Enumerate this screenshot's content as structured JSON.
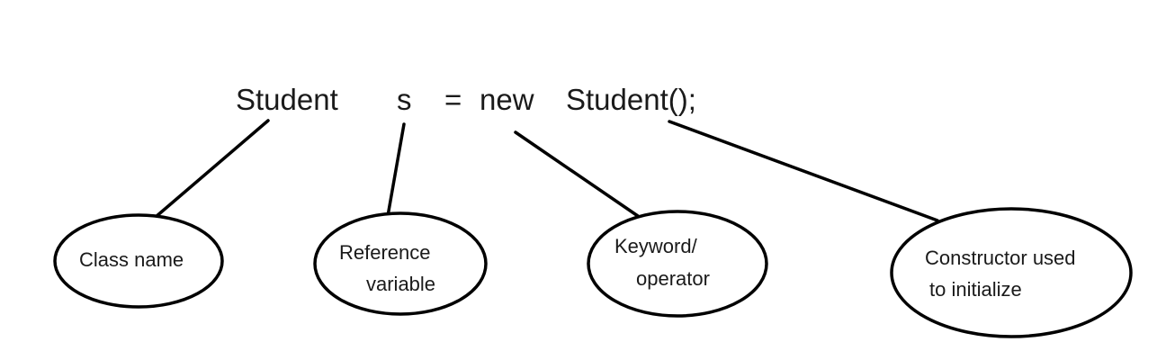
{
  "code": {
    "class_name": "Student",
    "variable": "s",
    "equals": "=",
    "keyword": "new",
    "constructor_call": "Student();"
  },
  "annotations": {
    "class_name": "Class name",
    "reference_line1": "Reference",
    "reference_line2": "variable",
    "keyword_line1": "Keyword/",
    "keyword_line2": "operator",
    "constructor_line1": "Constructor used",
    "constructor_line2": "to initialize"
  }
}
